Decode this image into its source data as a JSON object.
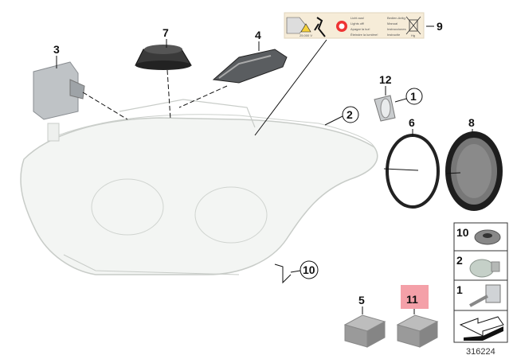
{
  "callouts": {
    "p1": "1",
    "p2": "2",
    "p3": "3",
    "p4": "4",
    "p5": "5",
    "p6": "6",
    "p7": "7",
    "p8": "8",
    "p9": "9",
    "p10": "10",
    "p11": "11",
    "p12": "12"
  },
  "sticker": {
    "voltage": "25.000 V",
    "warnings": [
      "Licht aus!",
      "Lights off!",
      "Apagar la luz!",
      "Éteindre la lumière!"
    ],
    "manual": [
      "Bedien.Anltg.",
      "Manual",
      "Instrucciones",
      "Instructie"
    ],
    "hg": "Hg"
  },
  "side_panel": {
    "items": [
      "10",
      "2",
      "1"
    ]
  },
  "highlight_color": "#f4a0a8",
  "diagram_ref": "316224"
}
